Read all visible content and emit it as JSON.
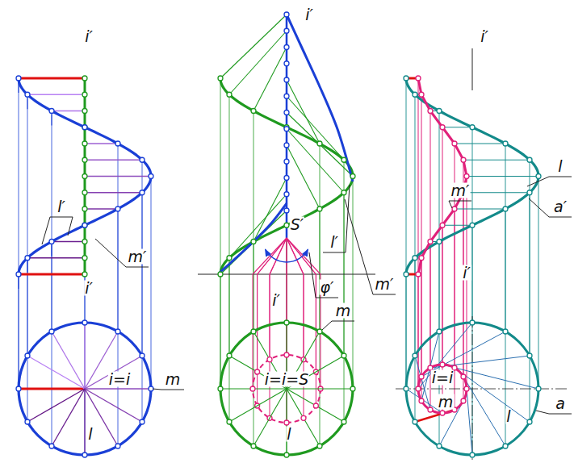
{
  "diagram": {
    "labels": [
      "i′",
      "l′",
      "m′",
      "i′",
      "i=i",
      "m",
      "l",
      "i′",
      "l′",
      "m′",
      "S′",
      "φ′",
      "i′",
      "m",
      "i=i=S",
      "l",
      "i′",
      "l",
      "m′",
      "a′",
      "i′",
      "a",
      "i=i",
      "m",
      "l"
    ]
  }
}
